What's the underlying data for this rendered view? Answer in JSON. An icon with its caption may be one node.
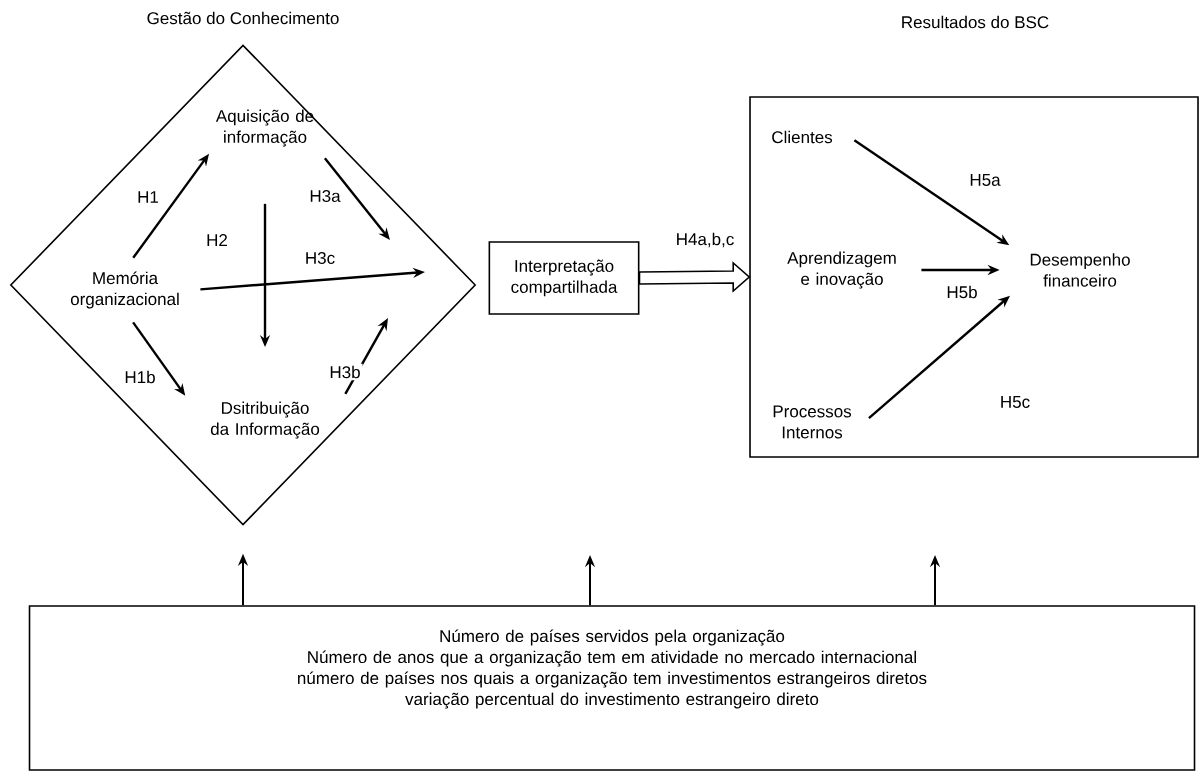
{
  "diagram": {
    "nodes": [
      {
        "text": [
          "Gestão do Conhecimento"
        ]
      },
      {
        "text": [
          "Aquisição de informação"
        ],
        "in": 0
      },
      {
        "text": [
          "Memória organizacional"
        ],
        "in": 0
      },
      {
        "text": [
          "Dsitribuição da Informação"
        ],
        "in": 0
      },
      {
        "text": [
          "Interpretação compartilhada"
        ]
      },
      {
        "text": [
          "Resultados do BSC"
        ]
      },
      {
        "text": [
          "Clientes"
        ],
        "in": 5
      },
      {
        "text": [
          "Aprendizagem e inovação"
        ],
        "in": 5
      },
      {
        "text": [
          "Processos Internos"
        ],
        "in": 5
      },
      {
        "text": [
          "Desempenho financeiro"
        ],
        "in": 5
      },
      {
        "text": [
          "Número de países servidos pela organização",
          "Número de anos que a organização tem em atividade no mercado internacional",
          "número de países nos quais a organização tem investimentos estrangeiros diretos",
          "variação percentual do investimento estrangeiro direto"
        ]
      }
    ],
    "edges": [
      {
        "from": 2,
        "to": 1,
        "arrow": "to",
        "label": "H1"
      },
      {
        "from": 2,
        "to": 3,
        "arrow": "to",
        "label": "H1b"
      },
      {
        "from": 1,
        "to": 3,
        "arrow": "to",
        "label": "H2"
      },
      {
        "from": 1,
        "to": null,
        "arrow": "to",
        "label": "H3a"
      },
      {
        "from": 2,
        "to": null,
        "arrow": "to",
        "label": "H3c"
      },
      {
        "from": 3,
        "to": null,
        "arrow": "to",
        "label": "H3b"
      },
      {
        "from": 4,
        "to": 5,
        "arrow": "to",
        "label": "H4a,b,c",
        "style": "thick"
      },
      {
        "from": 6,
        "to": 9,
        "arrow": "to",
        "label": "H5a"
      },
      {
        "from": 7,
        "to": 9,
        "arrow": "to",
        "label": "H5b"
      },
      {
        "from": 8,
        "to": 9,
        "arrow": "to",
        "label": "H5c"
      },
      {
        "from": 10,
        "to": 0,
        "arrow": "to"
      },
      {
        "from": 10,
        "to": null,
        "arrow": "to"
      },
      {
        "from": 10,
        "to": null,
        "arrow": "to"
      }
    ]
  }
}
